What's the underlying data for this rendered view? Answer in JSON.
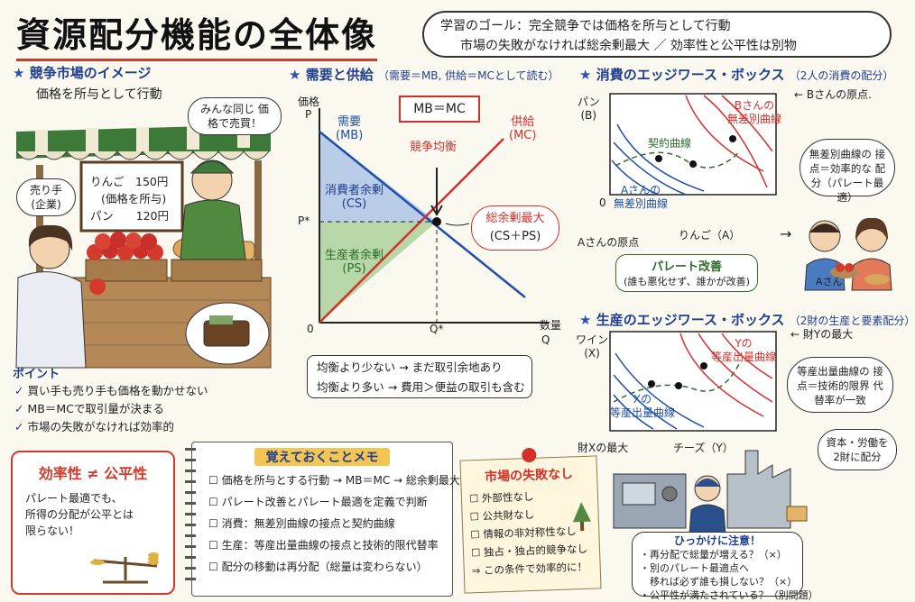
{
  "title": "資源配分機能の全体像",
  "goal": {
    "line1": "学習のゴール：完全競争では価格を所与として行動",
    "line2": "市場の失敗がなければ総余剰最大 ／ 効率性と公平性は別物"
  },
  "market": {
    "heading": "競争市場のイメージ",
    "subtitle": "価格を所与として行動",
    "seller_bubble": "みんな同じ 価格で売買！",
    "buyer_bubble": "売り手 (企業)",
    "sign_apple": "りんご　150円",
    "sign_note": "(価格を所与)",
    "sign_bread": "パン　　120円"
  },
  "points": {
    "heading": "ポイント",
    "items": [
      "買い手も売り手も価格を動かせない",
      "MB＝MCで取引量が決まる",
      "市場の失敗がなければ効率的"
    ]
  },
  "equity": {
    "heading": "効率性 ≠ 公平性",
    "body1": "パレート最適でも、",
    "body2": "所得の分配が公平とは",
    "body3": "限らない！"
  },
  "supply_demand": {
    "heading": "需要と供給",
    "heading_note": "（需要＝MB, 供給＝MCとして読む）",
    "y_axis": "価格",
    "y_axis_sym": "P",
    "x_axis": "数量",
    "x_axis_sym": "Q",
    "origin": "0",
    "p_star": "P*",
    "q_star": "Q*",
    "demand_label": "需要",
    "demand_sym": "(MB)",
    "supply_label": "供給",
    "supply_sym": "(MC)",
    "mbmc_box": "MB＝MC",
    "equilibrium": "競争均衡",
    "cs_label": "消費者余剰",
    "cs_sym": "(CS)",
    "ps_label": "生産者余剰",
    "ps_sym": "(PS)",
    "total_label": "総余剰最大",
    "total_sym": "(CS＋PS)",
    "note1": "均衡より少ない → まだ取引余地あり",
    "note2": "均衡より多い → 費用＞便益の取引も含む"
  },
  "consumption_box": {
    "heading": "消費のエッジワース・ボックス",
    "heading_note": "（2人の消費の配分）",
    "y_axis": "パン",
    "y_axis_sym": "(B)",
    "x_axis": "りんご（A）",
    "origin_a": "Aさんの原点",
    "origin_b": "← Bさんの原点.",
    "zero": "0",
    "b_curve_label1": "Bさんの",
    "b_curve_label2": "無差別曲線",
    "a_curve_label1": "Aさんの",
    "a_curve_label2": "無差別曲線",
    "contract_label": "契約曲線",
    "bubble": "無差別曲線の 接点＝効率的な 配分（パレート最適）",
    "pareto_title": "パレート改善",
    "pareto_note": "(誰も悪化せず、誰かが改善)",
    "person_label": "Aさん"
  },
  "production_box": {
    "heading": "生産のエッジワース・ボックス",
    "heading_note": "（2財の生産と要素配分）",
    "y_axis": "ワイン",
    "y_axis_sym": "(X)",
    "x_axis": "チーズ（Y）",
    "origin_x": "財Xの最大",
    "origin_y": "← 財Yの最大",
    "y_curve_label1": "Yの",
    "y_curve_label2": "等産出量曲線",
    "x_curve_label1": "Xの",
    "x_curve_label2": "等産出量曲線",
    "bubble": "等産出量曲線の 接点＝技術的限界 代替率が一致",
    "factory_bubble": "資本・労働を 2財に配分"
  },
  "memo": {
    "title": "覚えておくことメモ",
    "items": [
      "価格を所与とする行動 → MB＝MC → 総余剰最大",
      "パレート改善とパレート最適を定義で判断",
      "消費：無差別曲線の接点と契約曲線",
      "生産：等産出量曲線の接点と技術的限代替率",
      "配分の移動は再分配（総量は変わらない）"
    ]
  },
  "no_failure": {
    "title": "市場の失敗なし",
    "items": [
      "外部性なし",
      "公共財なし",
      "情報の非対称性なし",
      "独占・独占的競争なし"
    ],
    "conclusion": "⇒ この条件で効率的に！"
  },
  "caution": {
    "title": "ひっかけに注意！",
    "items": [
      "・再分配で総量が増える？（×）",
      "・別のパレート最適点へ",
      "　移れば必ず誰も損しない？（×）",
      "・公平性が満たされている？（別問題）"
    ]
  },
  "colors": {
    "demand": "#1f4fa8",
    "supply": "#d4302a",
    "cs_fill": "#b9cce8",
    "ps_fill": "#b8d7a8",
    "ps_text": "#2e6b2a",
    "title_underline": "#d23a2a",
    "memo_accent": "#f3c552"
  }
}
